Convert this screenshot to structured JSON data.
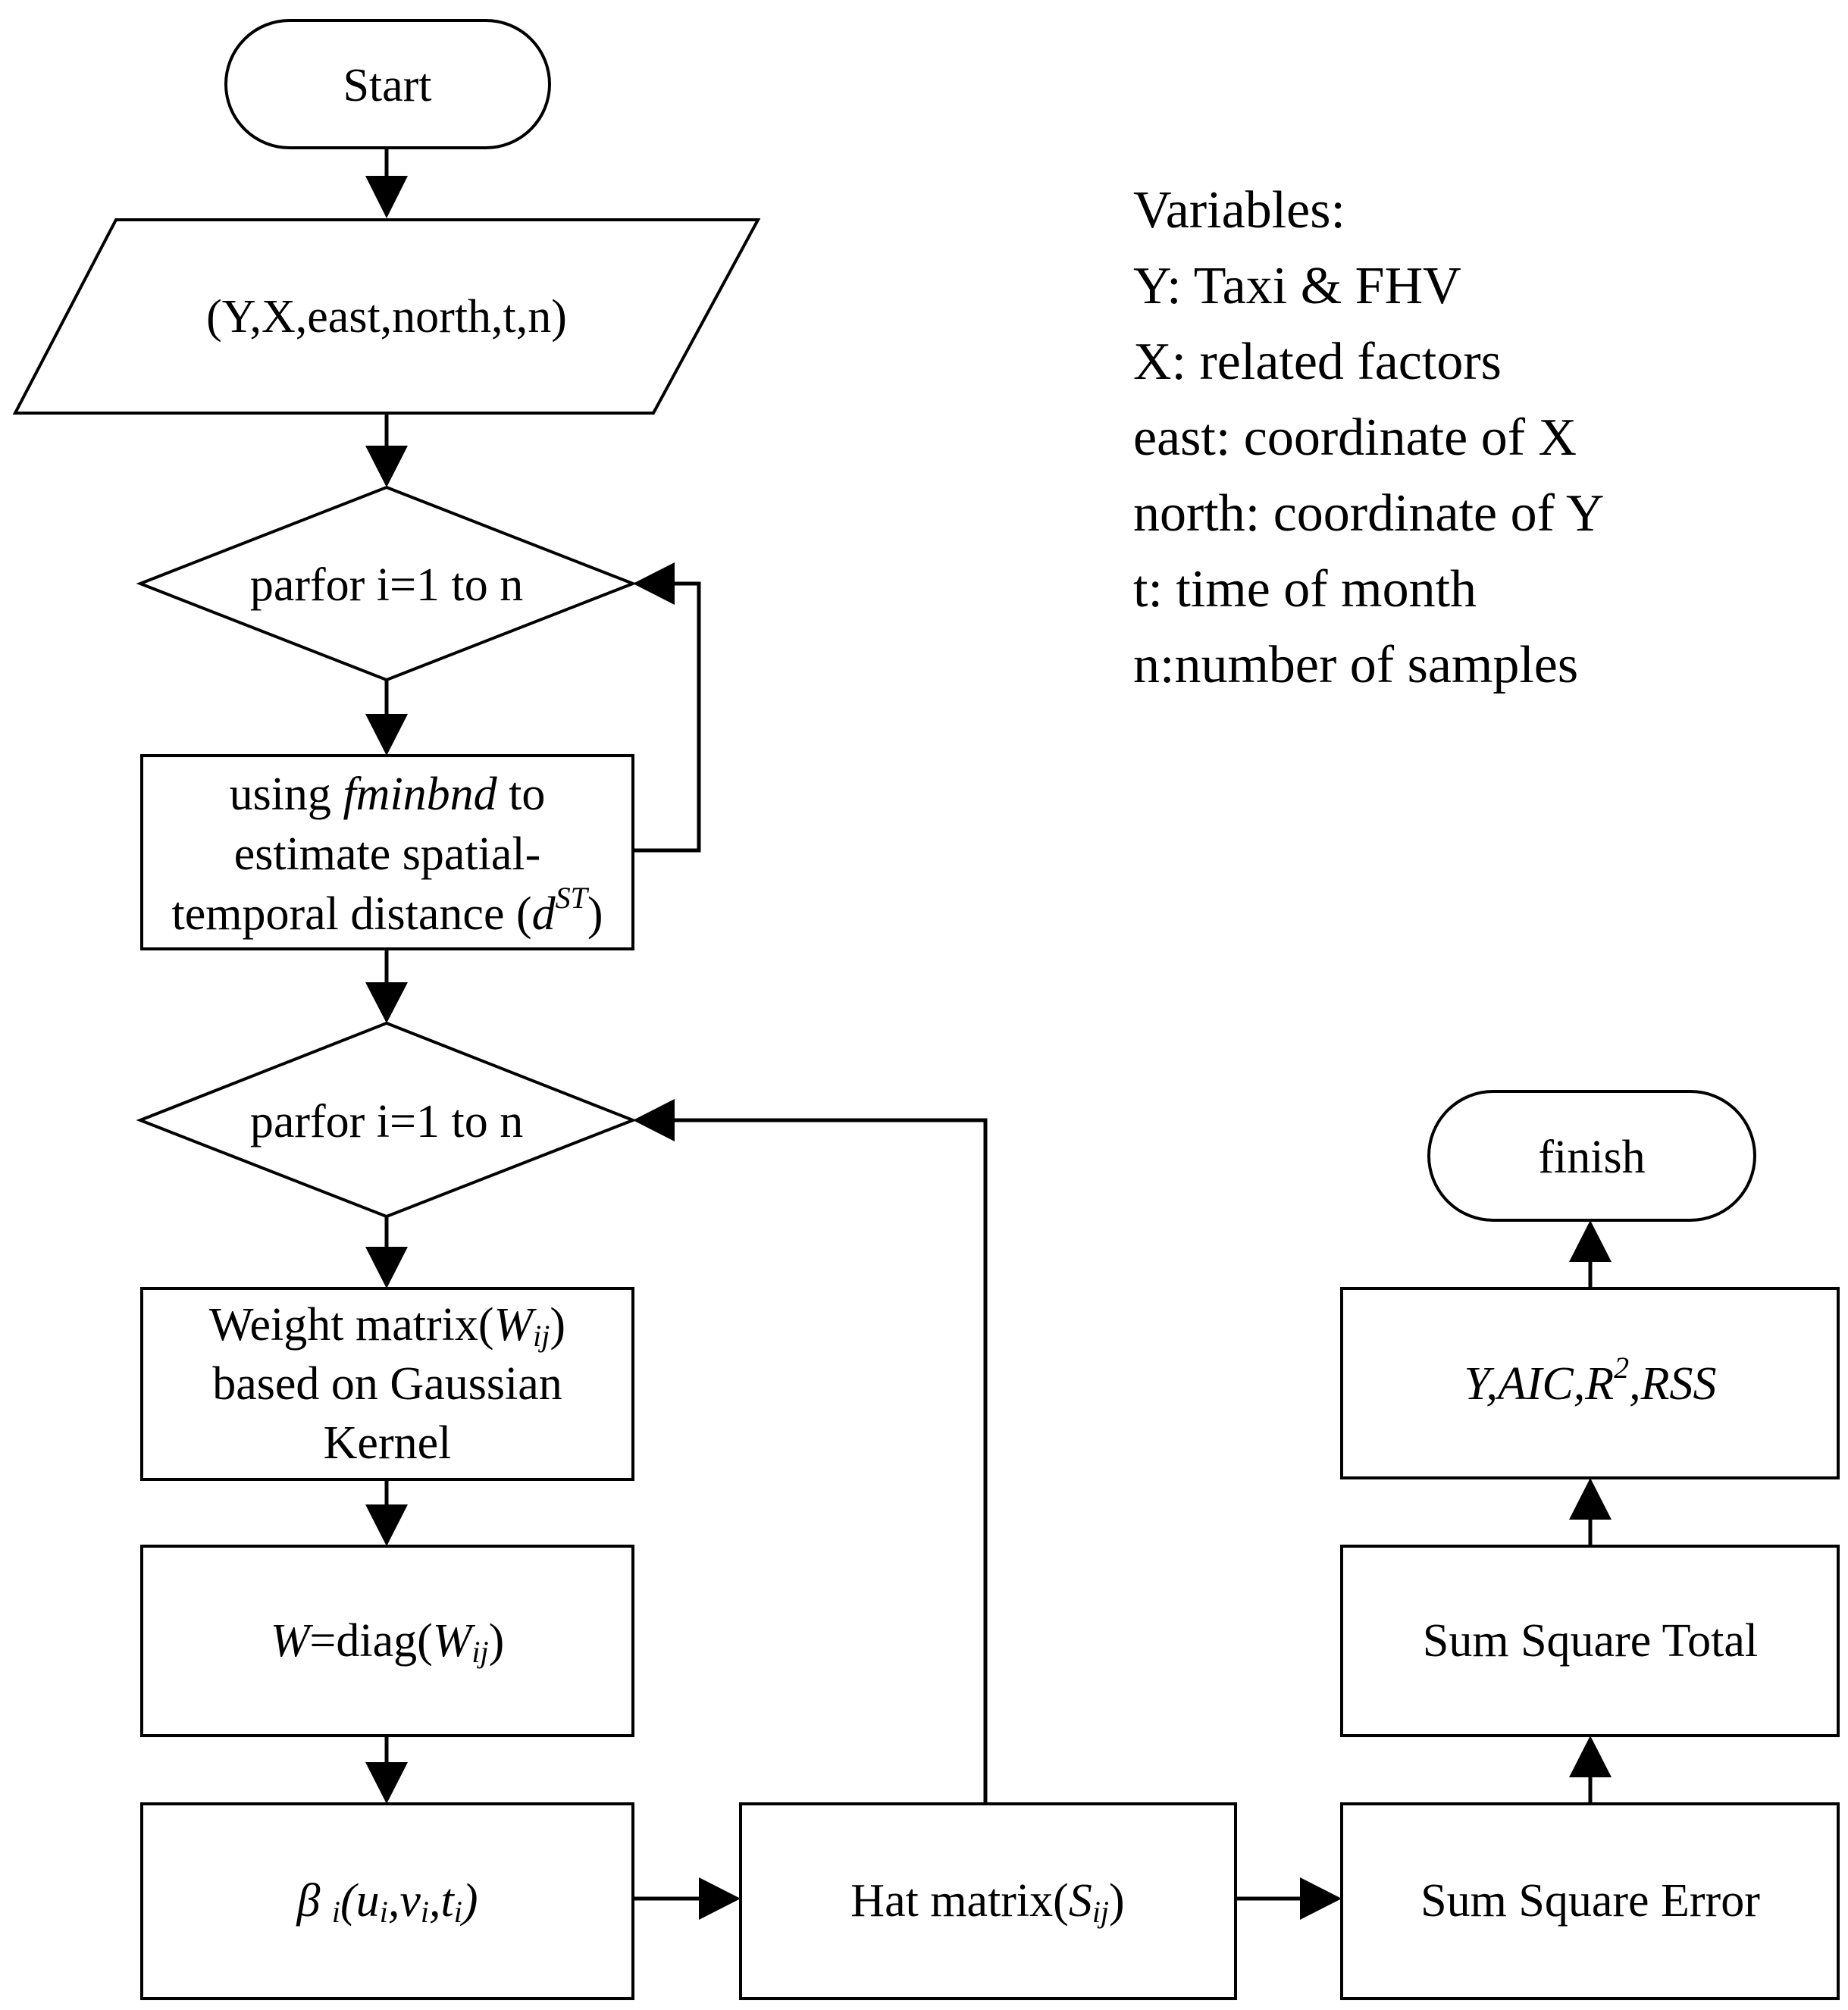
{
  "nodes": {
    "start": "Start",
    "input": "(Y,X,east,north,t,n)",
    "loop1": "parfor i=1 to n",
    "estimate": {
      "line1_pre": "using",
      "line1_fn": "fminbnd",
      "line1_post": "to",
      "line2": "estimate spatial-",
      "line3_pre": "temporal distance (",
      "line3_d": "d",
      "line3_sup": "ST",
      "line3_post": ")"
    },
    "loop2": "parfor i=1 to n",
    "weight": {
      "line1_pre": "Weight matrix(",
      "line1_w": "W",
      "line1_sub": "ij",
      "line1_post": ")",
      "line2": "based on Gaussian",
      "line3": "Kernel"
    },
    "wdiag": {
      "w": "W",
      "eq": "=diag(",
      "w2": "W",
      "sub": "ij",
      "close": ")"
    },
    "beta": {
      "beta": "β",
      "i": "i",
      "open": "(u",
      "u_sub": "i",
      "comma1": ",v",
      "v_sub": "i",
      "comma2": ",t",
      "t_sub": "i",
      "close": ")"
    },
    "hat": {
      "pre": "Hat matrix(",
      "s": "S",
      "sub": "ij",
      "post": ")"
    },
    "sse": "Sum Square Error",
    "sst": "Sum Square Total",
    "outputs": {
      "pre": "Y,AIC,R",
      "sup": "2",
      "post": ",RSS"
    },
    "finish": "finish"
  },
  "variables": [
    "Variables:",
    "Y: Taxi & FHV",
    "X: related factors",
    "east: coordinate of X",
    "north: coordinate of Y",
    "t: time of month",
    "n:number of samples"
  ]
}
